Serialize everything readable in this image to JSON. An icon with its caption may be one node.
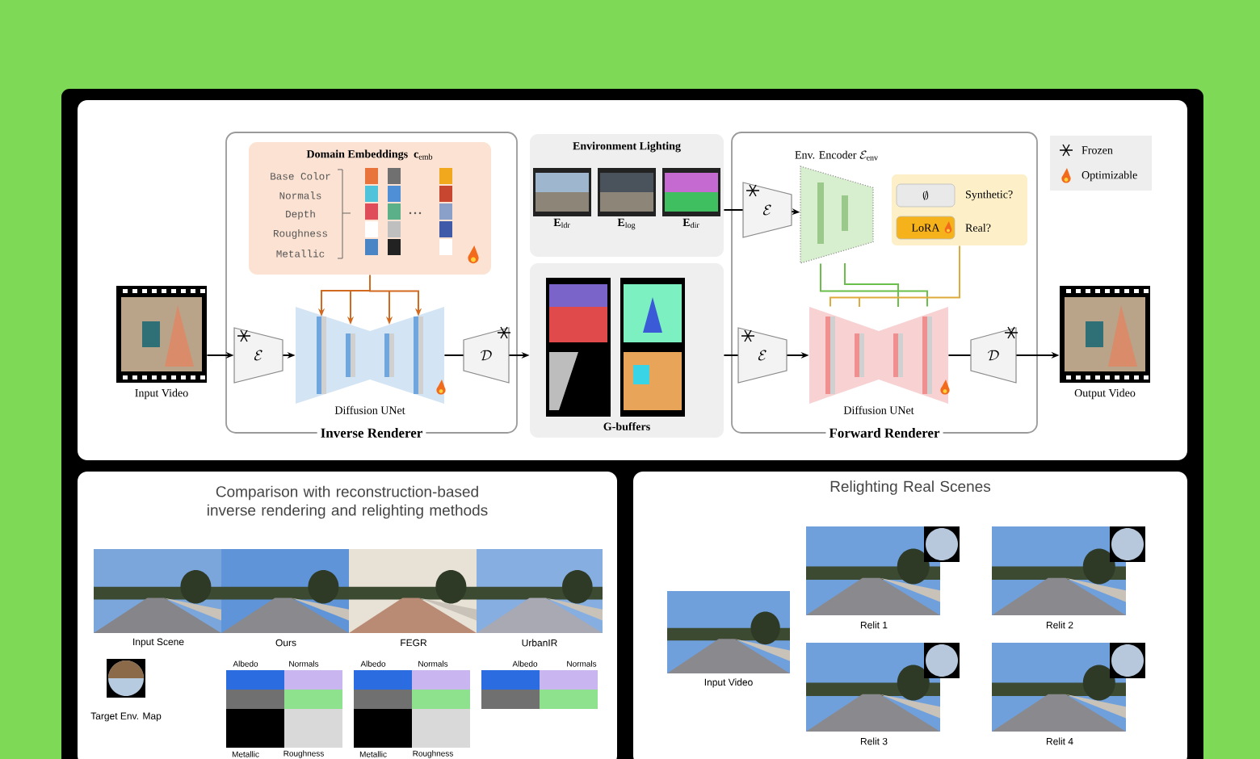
{
  "diagram": {
    "nodes": [
      {
        "text": [],
        "shape": "picture",
        "beside": [
          "Input Video"
        ]
      },
      {
        "text": [
          "Inverse Renderer"
        ]
      },
      {
        "text": [
          "Domain Embeddings",
          "\\mathbf{c}_{\\mathrm{emb}}",
          "Base Color",
          "Normals",
          "Depth",
          "Roughness",
          "Metallic"
        ],
        "in": 1
      },
      {
        "text": [
          "\\mathcal{E}"
        ],
        "in": 1
      },
      {
        "text": [
          "Diffusion UNet"
        ],
        "in": 1
      },
      {
        "text": [
          "\\mathcal{D}"
        ],
        "in": 1
      },
      {
        "text": [
          "Environment Lighting"
        ]
      },
      {
        "text": [
          "\\mathbf{E}_{\\mathrm{ldr}}"
        ],
        "in": 6
      },
      {
        "text": [
          "\\mathbf{E}_{\\mathrm{log}}"
        ],
        "in": 6
      },
      {
        "text": [
          "\\mathbf{E}_{\\mathrm{dir}}"
        ],
        "in": 6
      },
      {
        "text": [
          "G-buffers"
        ]
      },
      {
        "text": [
          "Forward Renderer"
        ]
      },
      {
        "text": [
          "\\mathcal{E}"
        ],
        "in": 11
      },
      {
        "text": [
          "Env. Encoder",
          "\\mathcal{E}_{\\mathrm{env}}"
        ],
        "in": 11
      },
      {
        "text": [
          "\\mathcal{E}"
        ],
        "in": 11
      },
      {
        "text": [
          "Synthetic?",
          "Real?"
        ],
        "in": 11
      },
      {
        "text": [
          "\\emptyset"
        ],
        "in": 15
      },
      {
        "text": [
          "LoRA"
        ],
        "in": 15
      },
      {
        "text": [
          "Diffusion UNet"
        ],
        "in": 11
      },
      {
        "text": [
          "\\mathcal{D}"
        ],
        "in": 11
      },
      {
        "text": [],
        "shape": "picture",
        "beside": [
          "Output Video"
        ]
      },
      {
        "text": [
          "Comparison with reconstruction-based inverse rendering and relighting methods"
        ]
      },
      {
        "text": [
          "Relighting Real Scenes"
        ]
      }
    ],
    "edges": [
      {
        "from": 0,
        "to": 3,
        "arrow": "to"
      },
      {
        "from": 3,
        "to": 4,
        "arrow": "to"
      },
      {
        "from": 4,
        "to": 5,
        "arrow": "none"
      },
      {
        "from": 5,
        "to": 10,
        "arrow": "to"
      },
      {
        "from": 2,
        "to": 4,
        "arrow": "to",
        "color": "#d2691e"
      },
      {
        "from": 6,
        "to": 12,
        "arrow": "none"
      },
      {
        "from": 12,
        "to": 13,
        "arrow": "to"
      },
      {
        "from": 10,
        "to": 14,
        "arrow": "none"
      },
      {
        "from": 14,
        "to": 18,
        "arrow": "to"
      },
      {
        "from": 18,
        "to": 19,
        "arrow": "none"
      },
      {
        "from": 19,
        "to": 20,
        "arrow": "to"
      },
      {
        "from": 13,
        "to": 18,
        "arrow": "none",
        "color": "#6abf4b"
      },
      {
        "from": 15,
        "to": 18,
        "arrow": "none",
        "color": "#e0a93b"
      }
    ],
    "labels": [
      "Input Scene",
      "Ours",
      "FEGR",
      "UrbanIR",
      "Target Env. Map",
      "Albedo",
      "Normals",
      "Albedo",
      "Normals",
      "Albedo",
      "Normals",
      "Metallic",
      "Roughness",
      "Metallic",
      "Roughness",
      "Input Video",
      "Relit 1",
      "Relit 2",
      "Relit 3",
      "Relit 4"
    ],
    "legend": [
      {
        "text": "Frozen"
      },
      {
        "text": "Optimizable"
      }
    ]
  }
}
